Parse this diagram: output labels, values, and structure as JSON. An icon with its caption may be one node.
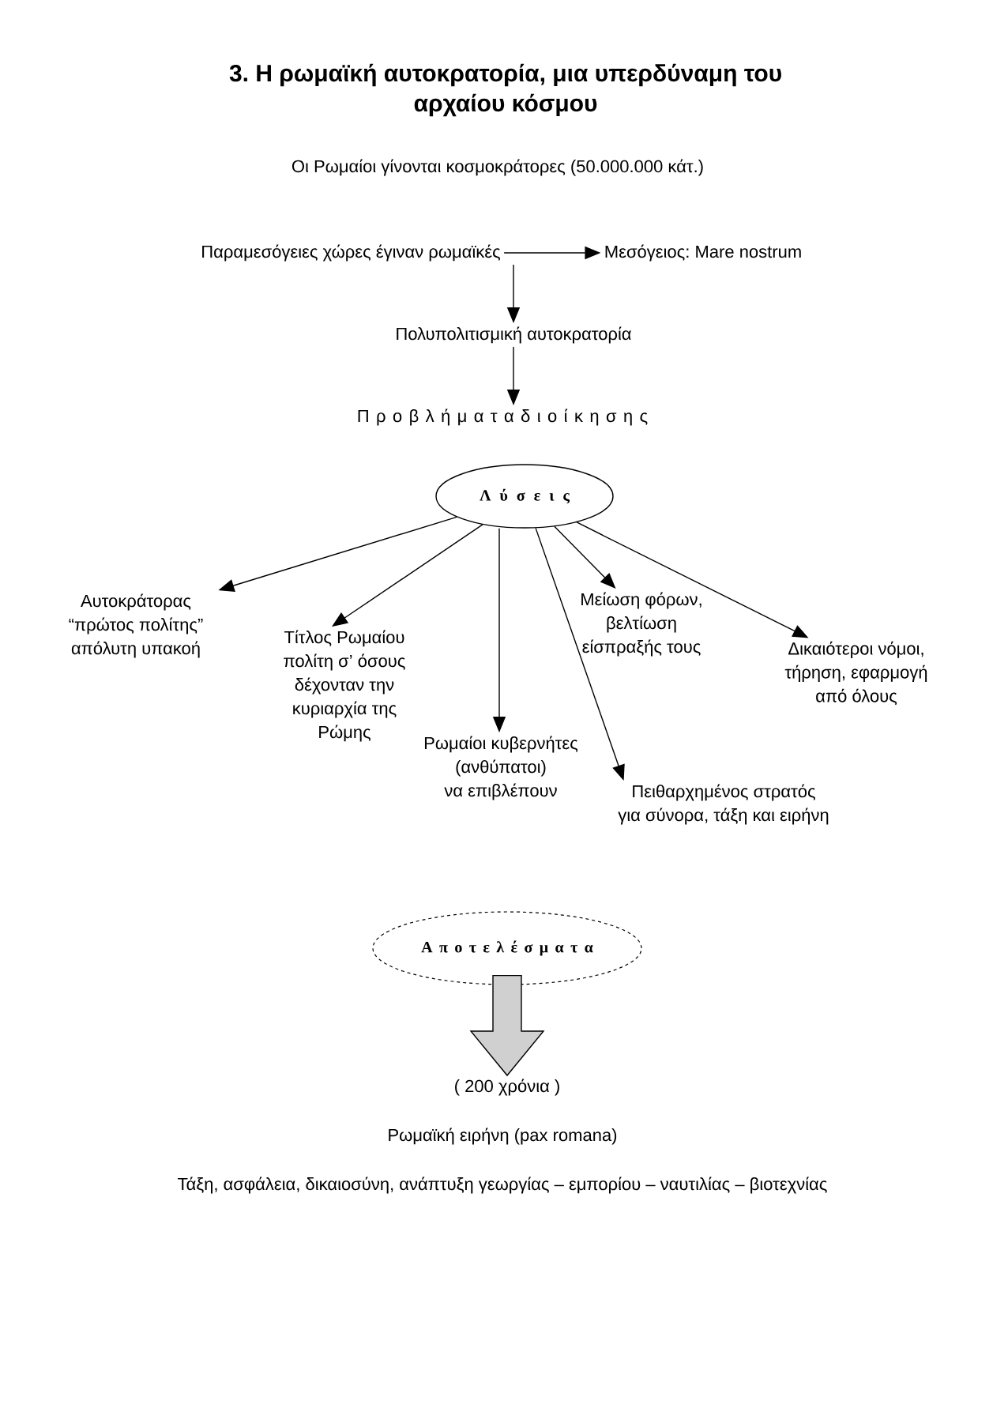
{
  "diagram": {
    "title": "3. Η ρωμαϊκή αυτοκρατορία, μια υπερδύναμη του αρχαίου κόσμου",
    "nodes": [
      {
        "text": [
          "Παραμεσόγειες χώρες έγιναν ρωμαϊκές"
        ]
      },
      {
        "text": [
          "Μεσόγειος: Mare nostrum"
        ]
      },
      {
        "text": [
          "Πολυπολιτισμική αυτοκρατορία"
        ]
      },
      {
        "text": [
          "Π ρ ο β λ ή μ α τ α δ ι ο ί κ η σ η ς"
        ]
      },
      {
        "text": [
          "Λ ύ σ ε ι ς"
        ]
      },
      {
        "text": [
          "Αυτοκράτορας “πρώτος πολίτης” απόλυτη υπακοή"
        ]
      },
      {
        "text": [
          "Τίτλος Ρωμαίου πολίτη σ’ όσους δέχονταν την κυριαρχία της Ρώμης"
        ]
      },
      {
        "text": [
          "Ρωμαίοι κυβερνήτες (ανθύπατοι) να επιβλέπουν"
        ]
      },
      {
        "text": [
          "Πειθαρχημένος στρατός για σύνορα, τάξη και ειρήνη"
        ]
      },
      {
        "text": [
          "Μείωση φόρων, βελτίωση είσπραξής τους"
        ]
      },
      {
        "text": [
          "Δικαιότεροι νόμοι, τήρηση, εφαρμογή από όλους"
        ]
      },
      {
        "text": [
          "Α π ο τ ε λ έ σ μ α τ α"
        ]
      },
      {
        "text": [
          "( 200 χρόνια )"
        ]
      }
    ],
    "edges": [
      {
        "from": 0,
        "to": 1,
        "arrow": "to"
      },
      {
        "from": 0,
        "to": 2,
        "arrow": "to"
      },
      {
        "from": 2,
        "to": 3,
        "arrow": "to"
      },
      {
        "from": 4,
        "to": 5,
        "arrow": "to"
      },
      {
        "from": 4,
        "to": 6,
        "arrow": "to"
      },
      {
        "from": 4,
        "to": 7,
        "arrow": "to"
      },
      {
        "from": 4,
        "to": 8,
        "arrow": "to"
      },
      {
        "from": 4,
        "to": 9,
        "arrow": "to"
      },
      {
        "from": 4,
        "to": 10,
        "arrow": "to"
      },
      {
        "from": 11,
        "to": 12,
        "arrow": "to",
        "style": "thick",
        "color": "#d0d0d0"
      }
    ],
    "labels": [
      "Οι Ρωμαίοι γίνονται κοσμοκράτορες (50.000.000 κάτ.)",
      "Ρωμαϊκή ειρήνη (pax romana)",
      "Τάξη, ασφάλεια, δικαιοσύνη, ανάπτυξη γεωργίας – εμπορίου – ναυτιλίας – βιοτεχνίας"
    ]
  }
}
